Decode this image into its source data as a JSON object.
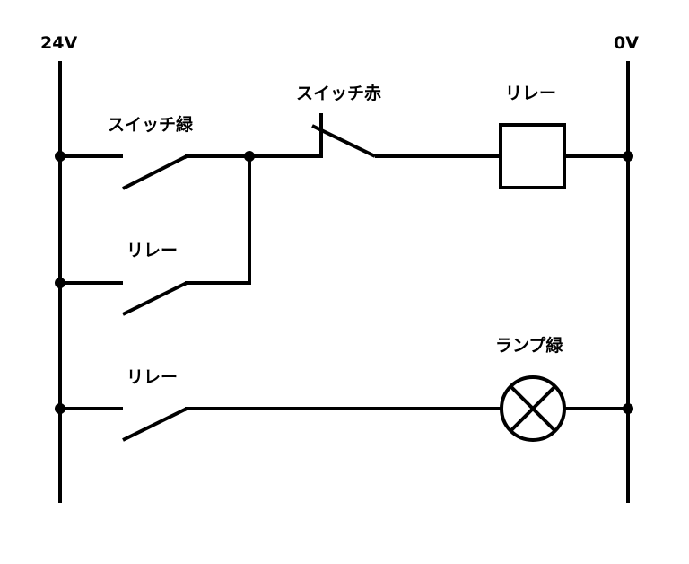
{
  "rails": {
    "left_label": "24V",
    "right_label": "0V"
  },
  "rung1": {
    "contact_no_label": "スイッチ緑",
    "contact_nc_label": "スイッチ赤",
    "coil_label": "リレー"
  },
  "rung2": {
    "contact_label": "リレー"
  },
  "rung3": {
    "contact_label": "リレー",
    "lamp_label": "ランプ緑"
  },
  "colors": {
    "line": "#000000",
    "background": "#ffffff"
  }
}
